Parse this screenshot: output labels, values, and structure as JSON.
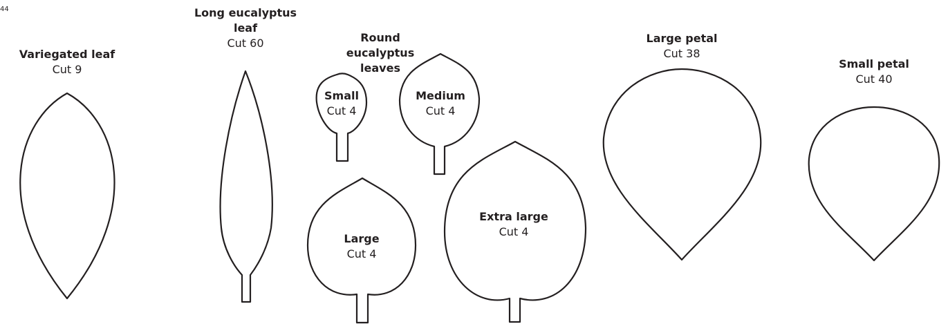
{
  "page_number": "44",
  "shapes": {
    "variegated_leaf": {
      "title": "Variegated leaf",
      "cut": "Cut 9"
    },
    "long_eucalyptus_leaf": {
      "title": "Long eucalyptus leaf",
      "cut": "Cut 60"
    },
    "round_eucalyptus_leaves": {
      "heading": "Round eucalyptus leaves",
      "small": {
        "title": "Small",
        "cut": "Cut 4"
      },
      "medium": {
        "title": "Medium",
        "cut": "Cut 4"
      },
      "large": {
        "title": "Large",
        "cut": "Cut 4"
      },
      "extra_large": {
        "title": "Extra large",
        "cut": "Cut 4"
      }
    },
    "large_petal": {
      "title": "Large petal",
      "cut": "Cut 38"
    },
    "small_petal": {
      "title": "Small petal",
      "cut": "Cut 40"
    }
  },
  "colors": {
    "outline": "#231f20",
    "text": "#231f20",
    "background": "#ffffff"
  }
}
